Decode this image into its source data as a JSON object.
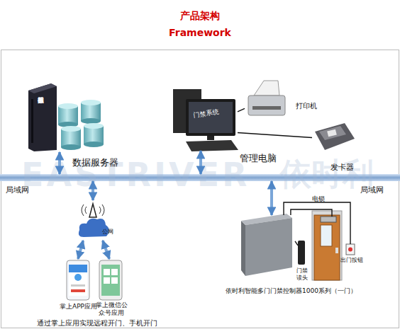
{
  "diagram": {
    "title": "产品架构 Framework",
    "nodes": [
      {
        "text": [
          "数据服务器",
          "数据服务器"
        ]
      },
      {
        "text": [
          "门禁系统",
          "管理电脑"
        ]
      },
      {
        "text": [
          "打印机"
        ]
      },
      {
        "text": [
          "发卡器"
        ]
      },
      {
        "text": [
          "局域网",
          "局域网"
        ]
      },
      {
        "text": [
          "公网"
        ]
      },
      {
        "text": [
          "掌上APP应用"
        ]
      },
      {
        "text": [
          "掌上微信公 众号应用"
        ]
      },
      {
        "text": [
          "依时利智能多门门禁控制器1000系列（一门）"
        ]
      },
      {
        "text": [
          "门禁 读头"
        ]
      },
      {
        "text": [
          "电锁"
        ]
      },
      {
        "text": [
          "出门按钮"
        ]
      }
    ],
    "edges": [
      {
        "from": 0,
        "to": 4,
        "arrow": "both"
      },
      {
        "from": 1,
        "to": 4,
        "arrow": "both"
      },
      {
        "from": 1,
        "to": 2,
        "arrow": "none"
      },
      {
        "from": 1,
        "to": 3,
        "arrow": "none"
      },
      {
        "from": 4,
        "to": 5,
        "arrow": "both"
      },
      {
        "from": 5,
        "to": 6,
        "arrow": "both"
      },
      {
        "from": 5,
        "to": 7,
        "arrow": "both"
      },
      {
        "from": 4,
        "to": 8,
        "arrow": "both"
      },
      {
        "from": 8,
        "to": 9,
        "arrow": "none"
      },
      {
        "from": 8,
        "to": 10,
        "arrow": "none"
      },
      {
        "from": 8,
        "to": 11,
        "arrow": "none"
      }
    ],
    "labels": [
      "EASTRIVER",
      "依时利",
      "通过掌上应用实现远程开门、手机开门"
    ]
  }
}
